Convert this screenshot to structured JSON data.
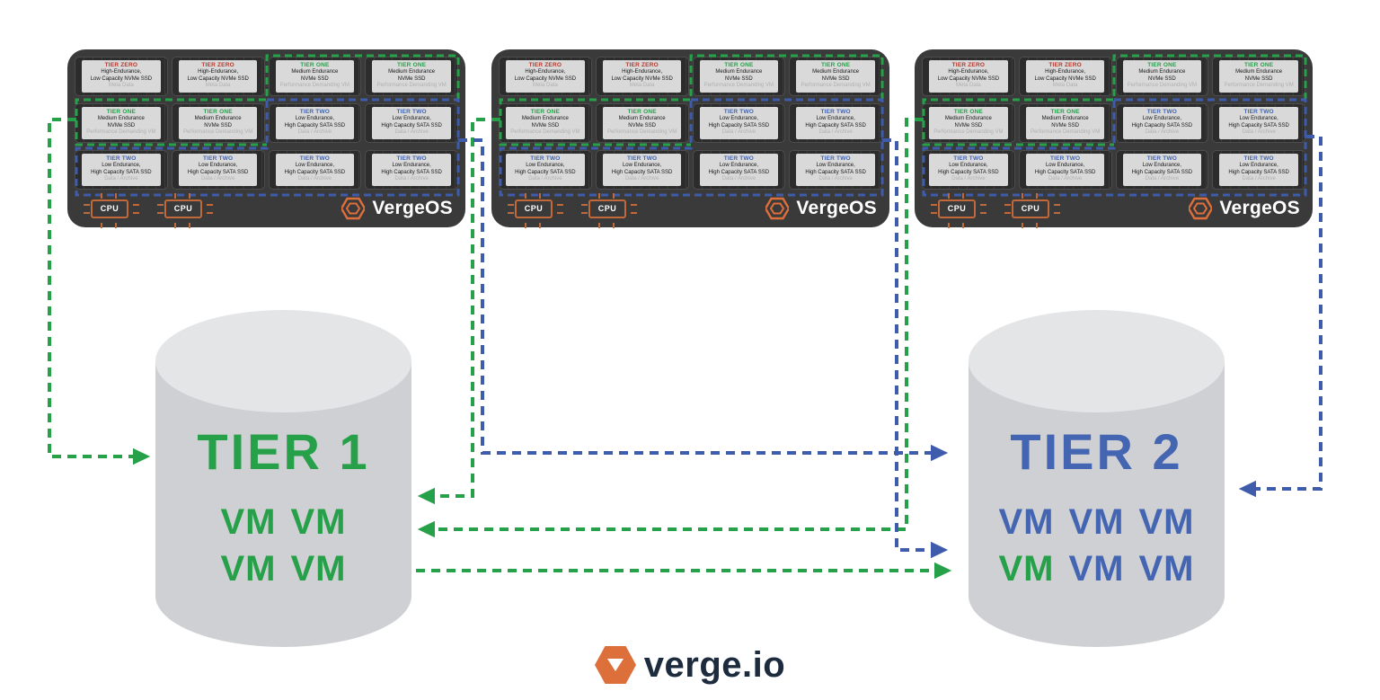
{
  "colors": {
    "tier_zero_red": "#b93629",
    "tier_one_green": "#27a04a",
    "tier_two_blue": "#4465b1",
    "connector_green": "#27a04a",
    "connector_blue": "#3e5cab",
    "orange": "#dd6f3a",
    "cpu_orange": "#c2693c",
    "navy": "#1c2b3d",
    "server_background": "#3a3a3a",
    "cylinder_gray": "#cfd0d3"
  },
  "servers": [
    {
      "os_label": "VergeOS",
      "cpus": [
        "CPU",
        "CPU"
      ],
      "drives": [
        {
          "tier": "TIER ZERO",
          "tier_color": "tier_zero_red",
          "desc": [
            "High-Endurance,",
            "Low Capacity NVMe SSD"
          ],
          "use": "Meta Data"
        },
        {
          "tier": "TIER ZERO",
          "tier_color": "tier_zero_red",
          "desc": [
            "High-Endurance,",
            "Low Capacity NVMe SSD"
          ],
          "use": "Meta Data"
        },
        {
          "tier": "TIER ONE",
          "tier_color": "tier_one_green",
          "desc": [
            "Medium Endurance",
            "NVMe SSD"
          ],
          "use": "Performance Demanding VM"
        },
        {
          "tier": "TIER ONE",
          "tier_color": "tier_one_green",
          "desc": [
            "Medium Endurance",
            "NVMe SSD"
          ],
          "use": "Performance Demanding VM"
        },
        {
          "tier": "TIER ONE",
          "tier_color": "tier_one_green",
          "desc": [
            "Medium Endurance",
            "NVMe SSD"
          ],
          "use": "Performance Demanding VM"
        },
        {
          "tier": "TIER ONE",
          "tier_color": "tier_one_green",
          "desc": [
            "Medium Endurance",
            "NVMe SSD"
          ],
          "use": "Performance Demanding VM"
        },
        {
          "tier": "TIER TWO",
          "tier_color": "tier_two_blue",
          "desc": [
            "Low Endurance,",
            "High Capacity SATA SSD"
          ],
          "use": "Data / Archive"
        },
        {
          "tier": "TIER TWO",
          "tier_color": "tier_two_blue",
          "desc": [
            "Low Endurance,",
            "High Capacity SATA SSD"
          ],
          "use": "Data / Archive"
        },
        {
          "tier": "TIER TWO",
          "tier_color": "tier_two_blue",
          "desc": [
            "Low Endurance,",
            "High Capacity SATA SSD"
          ],
          "use": "Data / Archive"
        },
        {
          "tier": "TIER TWO",
          "tier_color": "tier_two_blue",
          "desc": [
            "Low Endurance,",
            "High Capacity SATA SSD"
          ],
          "use": "Data / Archive"
        },
        {
          "tier": "TIER TWO",
          "tier_color": "tier_two_blue",
          "desc": [
            "Low Endurance,",
            "High Capacity SATA SSD"
          ],
          "use": "Data / Archive"
        },
        {
          "tier": "TIER TWO",
          "tier_color": "tier_two_blue",
          "desc": [
            "Low Endurance,",
            "High Capacity SATA SSD"
          ],
          "use": "Data / Archive"
        }
      ]
    },
    {
      "os_label": "VergeOS",
      "cpus": [
        "CPU",
        "CPU"
      ],
      "drives": [
        {
          "tier": "TIER ZERO",
          "tier_color": "tier_zero_red",
          "desc": [
            "High-Endurance,",
            "Low Capacity NVMe SSD"
          ],
          "use": "Meta Data"
        },
        {
          "tier": "TIER ZERO",
          "tier_color": "tier_zero_red",
          "desc": [
            "High-Endurance,",
            "Low Capacity NVMe SSD"
          ],
          "use": "Meta Data"
        },
        {
          "tier": "TIER ONE",
          "tier_color": "tier_one_green",
          "desc": [
            "Medium Endurance",
            "NVMe SSD"
          ],
          "use": "Performance Demanding VM"
        },
        {
          "tier": "TIER ONE",
          "tier_color": "tier_one_green",
          "desc": [
            "Medium Endurance",
            "NVMe SSD"
          ],
          "use": "Performance Demanding VM"
        },
        {
          "tier": "TIER ONE",
          "tier_color": "tier_one_green",
          "desc": [
            "Medium Endurance",
            "NVMe SSD"
          ],
          "use": "Performance Demanding VM"
        },
        {
          "tier": "TIER ONE",
          "tier_color": "tier_one_green",
          "desc": [
            "Medium Endurance",
            "NVMe SSD"
          ],
          "use": "Performance Demanding VM"
        },
        {
          "tier": "TIER TWO",
          "tier_color": "tier_two_blue",
          "desc": [
            "Low Endurance,",
            "High Capacity SATA SSD"
          ],
          "use": "Data / Archive"
        },
        {
          "tier": "TIER TWO",
          "tier_color": "tier_two_blue",
          "desc": [
            "Low Endurance,",
            "High Capacity SATA SSD"
          ],
          "use": "Data / Archive"
        },
        {
          "tier": "TIER TWO",
          "tier_color": "tier_two_blue",
          "desc": [
            "Low Endurance,",
            "High Capacity SATA SSD"
          ],
          "use": "Data / Archive"
        },
        {
          "tier": "TIER TWO",
          "tier_color": "tier_two_blue",
          "desc": [
            "Low Endurance,",
            "High Capacity SATA SSD"
          ],
          "use": "Data / Archive"
        },
        {
          "tier": "TIER TWO",
          "tier_color": "tier_two_blue",
          "desc": [
            "Low Endurance,",
            "High Capacity SATA SSD"
          ],
          "use": "Data / Archive"
        },
        {
          "tier": "TIER TWO",
          "tier_color": "tier_two_blue",
          "desc": [
            "Low Endurance,",
            "High Capacity SATA SSD"
          ],
          "use": "Data / Archive"
        }
      ]
    },
    {
      "os_label": "VergeOS",
      "cpus": [
        "CPU",
        "CPU"
      ],
      "drives": [
        {
          "tier": "TIER ZERO",
          "tier_color": "tier_zero_red",
          "desc": [
            "High-Endurance,",
            "Low Capacity NVMe SSD"
          ],
          "use": "Meta Data"
        },
        {
          "tier": "TIER ZERO",
          "tier_color": "tier_zero_red",
          "desc": [
            "High-Endurance,",
            "Low Capacity NVMe SSD"
          ],
          "use": "Meta Data"
        },
        {
          "tier": "TIER ONE",
          "tier_color": "tier_one_green",
          "desc": [
            "Medium Endurance",
            "NVMe SSD"
          ],
          "use": "Performance Demanding VM"
        },
        {
          "tier": "TIER ONE",
          "tier_color": "tier_one_green",
          "desc": [
            "Medium Endurance",
            "NVMe SSD"
          ],
          "use": "Performance Demanding VM"
        },
        {
          "tier": "TIER ONE",
          "tier_color": "tier_one_green",
          "desc": [
            "Medium Endurance",
            "NVMe SSD"
          ],
          "use": "Performance Demanding VM"
        },
        {
          "tier": "TIER ONE",
          "tier_color": "tier_one_green",
          "desc": [
            "Medium Endurance",
            "NVMe SSD"
          ],
          "use": "Performance Demanding VM"
        },
        {
          "tier": "TIER TWO",
          "tier_color": "tier_two_blue",
          "desc": [
            "Low Endurance,",
            "High Capacity SATA SSD"
          ],
          "use": "Data / Archive"
        },
        {
          "tier": "TIER TWO",
          "tier_color": "tier_two_blue",
          "desc": [
            "Low Endurance,",
            "High Capacity SATA SSD"
          ],
          "use": "Data / Archive"
        },
        {
          "tier": "TIER TWO",
          "tier_color": "tier_two_blue",
          "desc": [
            "Low Endurance,",
            "High Capacity SATA SSD"
          ],
          "use": "Data / Archive"
        },
        {
          "tier": "TIER TWO",
          "tier_color": "tier_two_blue",
          "desc": [
            "Low Endurance,",
            "High Capacity SATA SSD"
          ],
          "use": "Data / Archive"
        },
        {
          "tier": "TIER TWO",
          "tier_color": "tier_two_blue",
          "desc": [
            "Low Endurance,",
            "High Capacity SATA SSD"
          ],
          "use": "Data / Archive"
        },
        {
          "tier": "TIER TWO",
          "tier_color": "tier_two_blue",
          "desc": [
            "Low Endurance,",
            "High Capacity SATA SSD"
          ],
          "use": "Data / Archive"
        }
      ]
    }
  ],
  "stores": [
    {
      "title": "TIER 1",
      "title_color": "tier_one_green",
      "vm_rows": [
        [
          {
            "label": "VM",
            "color": "tier_one_green"
          },
          {
            "label": "VM",
            "color": "tier_one_green"
          }
        ],
        [
          {
            "label": "VM",
            "color": "tier_one_green"
          },
          {
            "label": "VM",
            "color": "tier_one_green"
          }
        ]
      ]
    },
    {
      "title": "TIER 2",
      "title_color": "tier_two_blue",
      "vm_rows": [
        [
          {
            "label": "VM",
            "color": "tier_two_blue"
          },
          {
            "label": "VM",
            "color": "tier_two_blue"
          },
          {
            "label": "VM",
            "color": "tier_two_blue"
          }
        ],
        [
          {
            "label": "VM",
            "color": "tier_one_green"
          },
          {
            "label": "VM",
            "color": "tier_two_blue"
          },
          {
            "label": "VM",
            "color": "tier_two_blue"
          }
        ]
      ]
    }
  ],
  "footer": {
    "brand": "verge.io"
  }
}
